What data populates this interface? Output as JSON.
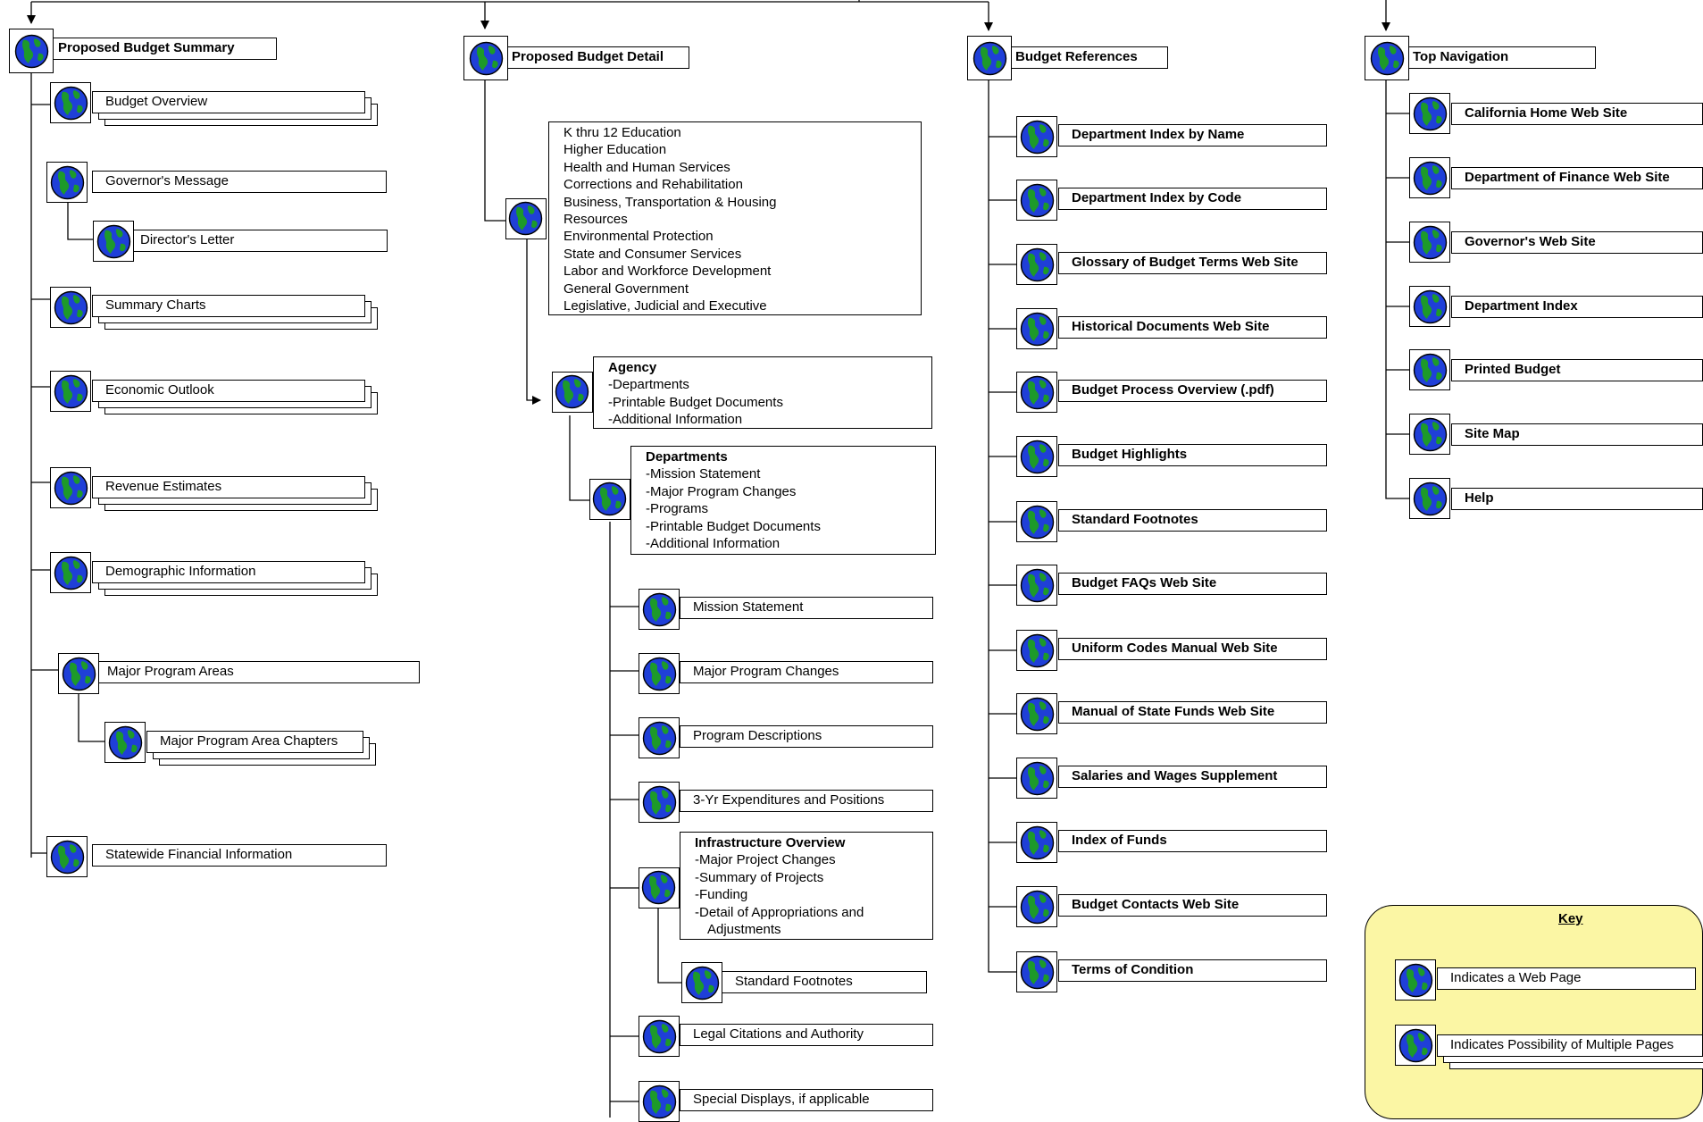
{
  "columns": [
    {
      "title": "Proposed Budget Summary"
    },
    {
      "title": "Proposed Budget Detail"
    },
    {
      "title": "Budget References"
    },
    {
      "title": "Top Navigation"
    }
  ],
  "summary_pages": [
    "Budget Overview",
    "Governor's Message",
    "Director's Letter",
    "Summary Charts",
    "Economic Outlook",
    "Revenue Estimates",
    "Demographic Information",
    "Major Program Areas",
    "Major Program Area Chapters",
    "Statewide Financial Information"
  ],
  "detail": {
    "program_areas": [
      "K thru 12 Education",
      "Higher Education",
      "Health and Human Services",
      "Corrections and Rehabilitation",
      "Business, Transportation & Housing",
      "Resources",
      "Environmental Protection",
      "State and Consumer Services",
      "Labor and Workforce Development",
      "General Government",
      "Legislative, Judicial and Executive"
    ],
    "agency": {
      "title": "Agency",
      "items": [
        "-Departments",
        "-Printable Budget Documents",
        "-Additional Information"
      ]
    },
    "departments": {
      "title": "Departments",
      "items": [
        "-Mission Statement",
        "-Major Program Changes",
        "-Programs",
        "-Printable Budget Documents",
        "-Additional Information"
      ]
    },
    "program_pages": [
      "Mission Statement",
      "Major Program Changes",
      "Program Descriptions",
      "3-Yr Expenditures and Positions"
    ],
    "infrastructure": {
      "title": "Infrastructure Overview",
      "items": [
        "-Major Project Changes",
        "-Summary of Projects",
        "-Funding",
        "-Detail of Appropriations and",
        "  Adjustments"
      ]
    },
    "footnotes": "Standard Footnotes",
    "tail_pages": [
      "Legal Citations and Authority",
      "Special Displays, if applicable"
    ]
  },
  "references": [
    "Department Index by Name",
    "Department Index by Code",
    "Glossary of Budget Terms Web Site",
    "Historical Documents Web Site",
    "Budget Process Overview (.pdf)",
    "Budget Highlights",
    "Standard Footnotes",
    "Budget FAQs Web Site",
    "Uniform Codes Manual Web Site",
    "Manual of State Funds Web Site",
    "Salaries and Wages Supplement",
    "Index of Funds",
    "Budget Contacts Web Site",
    "Terms of Condition"
  ],
  "top_navigation": [
    "California Home Web Site",
    "Department of Finance Web Site",
    "Governor's Web Site",
    "Department Index",
    "Printed Budget",
    "Site Map",
    "Help"
  ],
  "key": {
    "title": "Key",
    "web_page": "Indicates a Web Page",
    "multiple_pages": "Indicates Possibility of Multiple Pages"
  },
  "colors": {
    "globe_ocean": "#1f3fd8",
    "globe_land": "#1d9a2a",
    "key_fill": "#fbf6a4"
  }
}
